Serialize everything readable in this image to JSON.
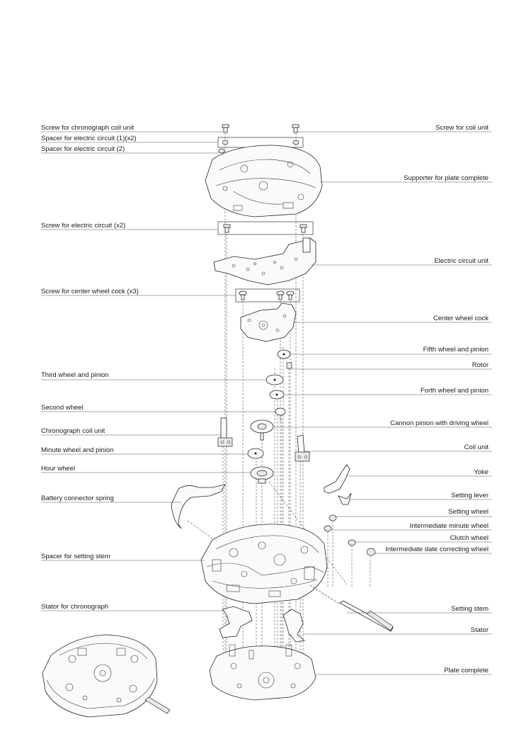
{
  "labels": {
    "screw_chrono_coil": "Screw for chronograph coil unit",
    "spacer_circuit_1": "Spacer for electric circuit (1)(x2)",
    "spacer_circuit_2": "Spacer for electric circuit (2)",
    "screw_electric_circuit": "Screw for electric circuit (x2)",
    "screw_center_cock": "Screw for center wheel cock (x3)",
    "third_wheel": "Third wheel and pinion",
    "second_wheel": "Second wheel",
    "chrono_coil_unit": "Chronograph coil unit",
    "minute_wheel": "Minute wheel and pinion",
    "hour_wheel": "Hour wheel",
    "battery_spring": "Battery connector spring",
    "spacer_setting_stem": "Spacer for setting stem",
    "stator_chrono": "Stator for chronograph",
    "screw_coil_unit": "Screw for coil unit",
    "supporter_plate": "Supporter for plate complete",
    "electric_circuit_unit": "Electric circuit unit",
    "center_wheel_cock": "Center wheel cock",
    "fifth_wheel": "Fifth wheel and pinion",
    "rotor": "Rotor",
    "forth_wheel": "Forth wheel and pinion",
    "cannon_pinion": "Cannon pinion with driving wheel",
    "coil_unit": "Coil unit",
    "yoke": "Yoke",
    "setting_lever": "Setting lever",
    "setting_wheel": "Setting wheel",
    "intermediate_minute_wheel": "Intermediate minute wheel",
    "clutch_wheel": "Clutch wheel",
    "intermediate_date_wheel": "Intermediate date correcting wheel",
    "setting_stem": "Setting stem",
    "stator": "Stator",
    "plate_complete": "Plate complete"
  }
}
